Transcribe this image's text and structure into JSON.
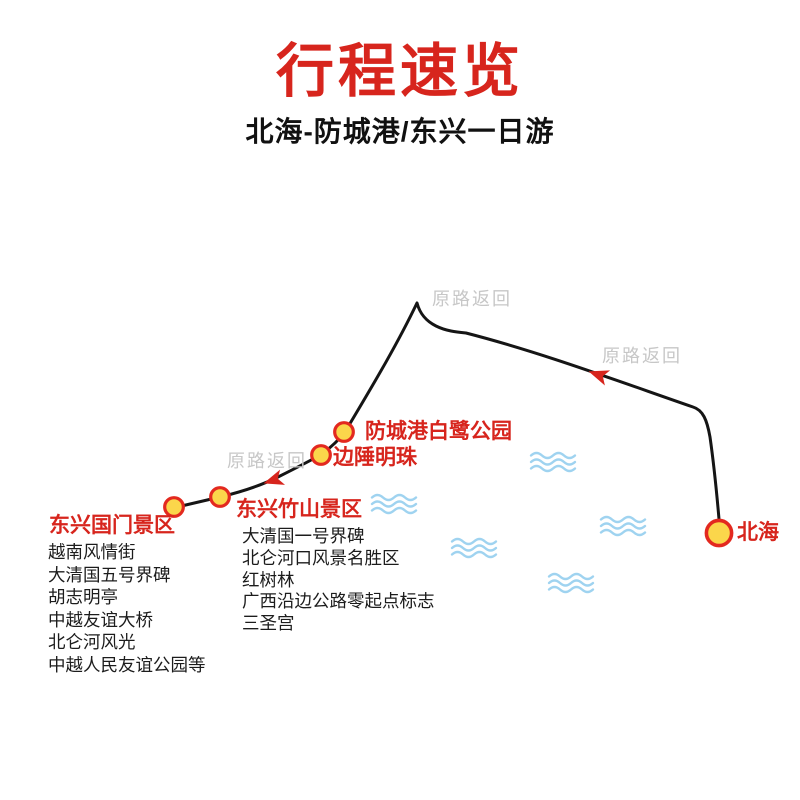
{
  "page": {
    "title": "行程速览",
    "subtitle": "北海-防城港/东兴一日游"
  },
  "map": {
    "return_labels": [
      "原路返回",
      "原路返回",
      "原路返回"
    ],
    "stops": {
      "beihai": {
        "name": "北海"
      },
      "bailu": {
        "name": "防城港白鹭公园"
      },
      "bianchui": {
        "name": "边陲明珠"
      },
      "zhushan": {
        "name": "东兴竹山景区",
        "attractions": [
          "大清国一号界碑",
          "北仑河口风景名胜区",
          "红树林",
          "广西沿边公路零起点标志",
          "三圣宫"
        ]
      },
      "guomen": {
        "name": "东兴国门景区",
        "attractions": [
          "越南风情街",
          "大清国五号界碑",
          "胡志明亭",
          "中越友谊大桥",
          "北仑河风光",
          "中越人民友谊公园等"
        ]
      }
    },
    "icons": {
      "stop_marker": "yellow-circle-with-red-ring",
      "route_arrow": "red-dart-arrow",
      "wave": "triple-wavy-lines"
    },
    "colors": {
      "accent_red": "#D7251D",
      "marker_fill": "#FBD64B",
      "marker_ring": "#E3291F",
      "route_black": "#151515",
      "muted_gray": "#C7C7C7",
      "wave_blue": "#9FD3F0"
    }
  }
}
